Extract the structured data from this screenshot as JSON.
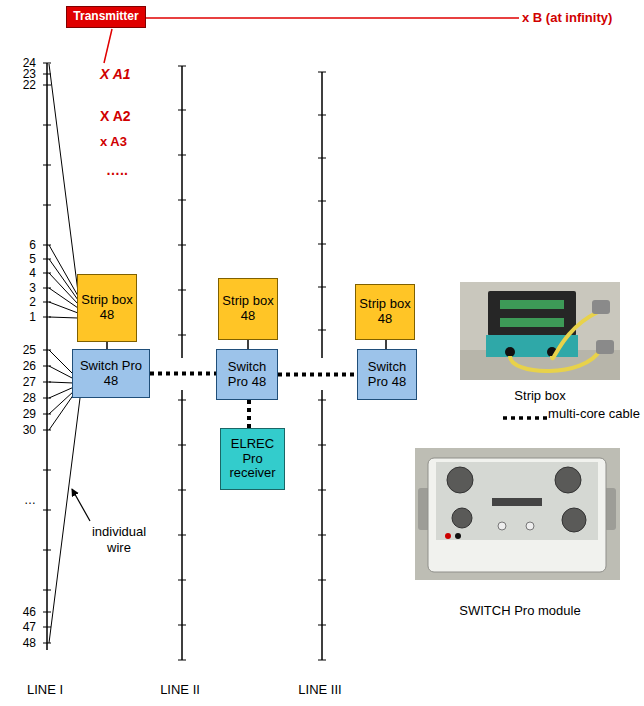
{
  "diagram": {
    "nodes": [
      {
        "text": [
          "Transmitter"
        ]
      },
      {
        "text": [
          "Strip box 48"
        ]
      },
      {
        "text": [
          "Strip box 48"
        ]
      },
      {
        "text": [
          "Strip box 48"
        ]
      },
      {
        "text": [
          "Switch Pro 48"
        ]
      },
      {
        "text": [
          "Switch Pro 48"
        ]
      },
      {
        "text": [
          "Switch Pro 48"
        ]
      },
      {
        "text": [
          "ELREC Pro receiver"
        ]
      }
    ],
    "edges": [
      {
        "from": 1,
        "to": 4,
        "arrow": "none"
      },
      {
        "from": 2,
        "to": 5,
        "arrow": "none"
      },
      {
        "from": 3,
        "to": 6,
        "arrow": "none"
      },
      {
        "from": 4,
        "to": 5,
        "arrow": "none"
      },
      {
        "from": 5,
        "to": 6,
        "arrow": "none"
      },
      {
        "from": 5,
        "to": 7,
        "arrow": "none"
      }
    ],
    "labels": [
      "24",
      "23",
      "22",
      "6",
      "5",
      "4",
      "3",
      "2",
      "1",
      "25",
      "26",
      "27",
      "28",
      "29",
      "30",
      "…",
      "46",
      "47",
      "48",
      "X A1",
      "X A2",
      "x A3",
      "…..",
      "x B (at infinity)",
      "individual wire",
      "Strip box",
      "SWITCH Pro module",
      "LINE I",
      "LINE II",
      "LINE III"
    ],
    "legend": [
      {
        "text": "multi-core cable"
      }
    ]
  }
}
